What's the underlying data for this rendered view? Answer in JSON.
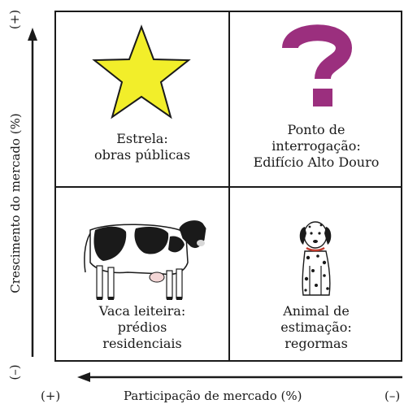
{
  "axes": {
    "y_title": "Crescimento do mercado (%)",
    "y_high": "(+)",
    "y_low": "(–)",
    "x_title": "Participação de mercado (%)",
    "x_high": "(+)",
    "x_low": "(–)"
  },
  "quadrants": {
    "star": {
      "line1": "Estrela:",
      "line2": "obras públicas",
      "icon": "star-icon",
      "color": "#f2ee2a"
    },
    "question": {
      "line1": "Ponto de",
      "line2": "interrogação:",
      "line3": "Edifício Alto Douro",
      "icon": "question-mark-icon",
      "color": "#9b2f7e"
    },
    "cow": {
      "line1": "Vaca leiteira:",
      "line2": "prédios",
      "line3": "residenciais",
      "icon": "cow-icon"
    },
    "dog": {
      "line1": "Animal de",
      "line2": "estimação:",
      "line3": "regormas",
      "icon": "dog-icon"
    }
  }
}
